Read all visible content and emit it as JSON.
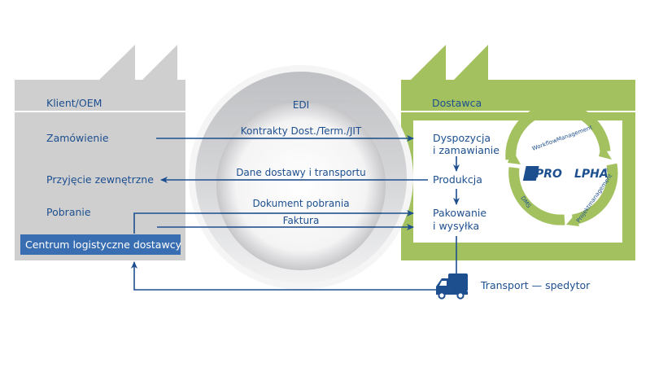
{
  "colors": {
    "client_gray": "#cfcfd0",
    "supplier_green": "#a3c15e",
    "blue": "#1d4f8f",
    "box_blue": "#3a6eb2",
    "edi_ring": "#cdced0"
  },
  "client": {
    "title": "Klient/OEM",
    "items": [
      "Zamówienie",
      "Przyjęcie zewnętrzne",
      "Pobranie"
    ],
    "logistics_center": "Centrum logistyczne dostawcy"
  },
  "edi": {
    "title": "EDI",
    "messages": [
      "Kontrakty Dost./Term./JIT",
      "Dane dostawy i transportu",
      "Dokument pobrania",
      "Faktura"
    ]
  },
  "supplier": {
    "title": "Dostawca",
    "steps": [
      "Dyspozycja",
      "i zamawianie",
      "Produkcja",
      "Pakowanie",
      "i wysyłka"
    ],
    "erp": {
      "logo_prefix": "PRO",
      "logo_alpha": "α",
      "logo_suffix": "LPHA",
      "logo_mark": "®",
      "cycle": [
        "WorkflowManagement",
        "Projektmanagement",
        "DMS"
      ]
    }
  },
  "transport": {
    "label": "Transport — spedytor",
    "icon": "truck-icon"
  }
}
